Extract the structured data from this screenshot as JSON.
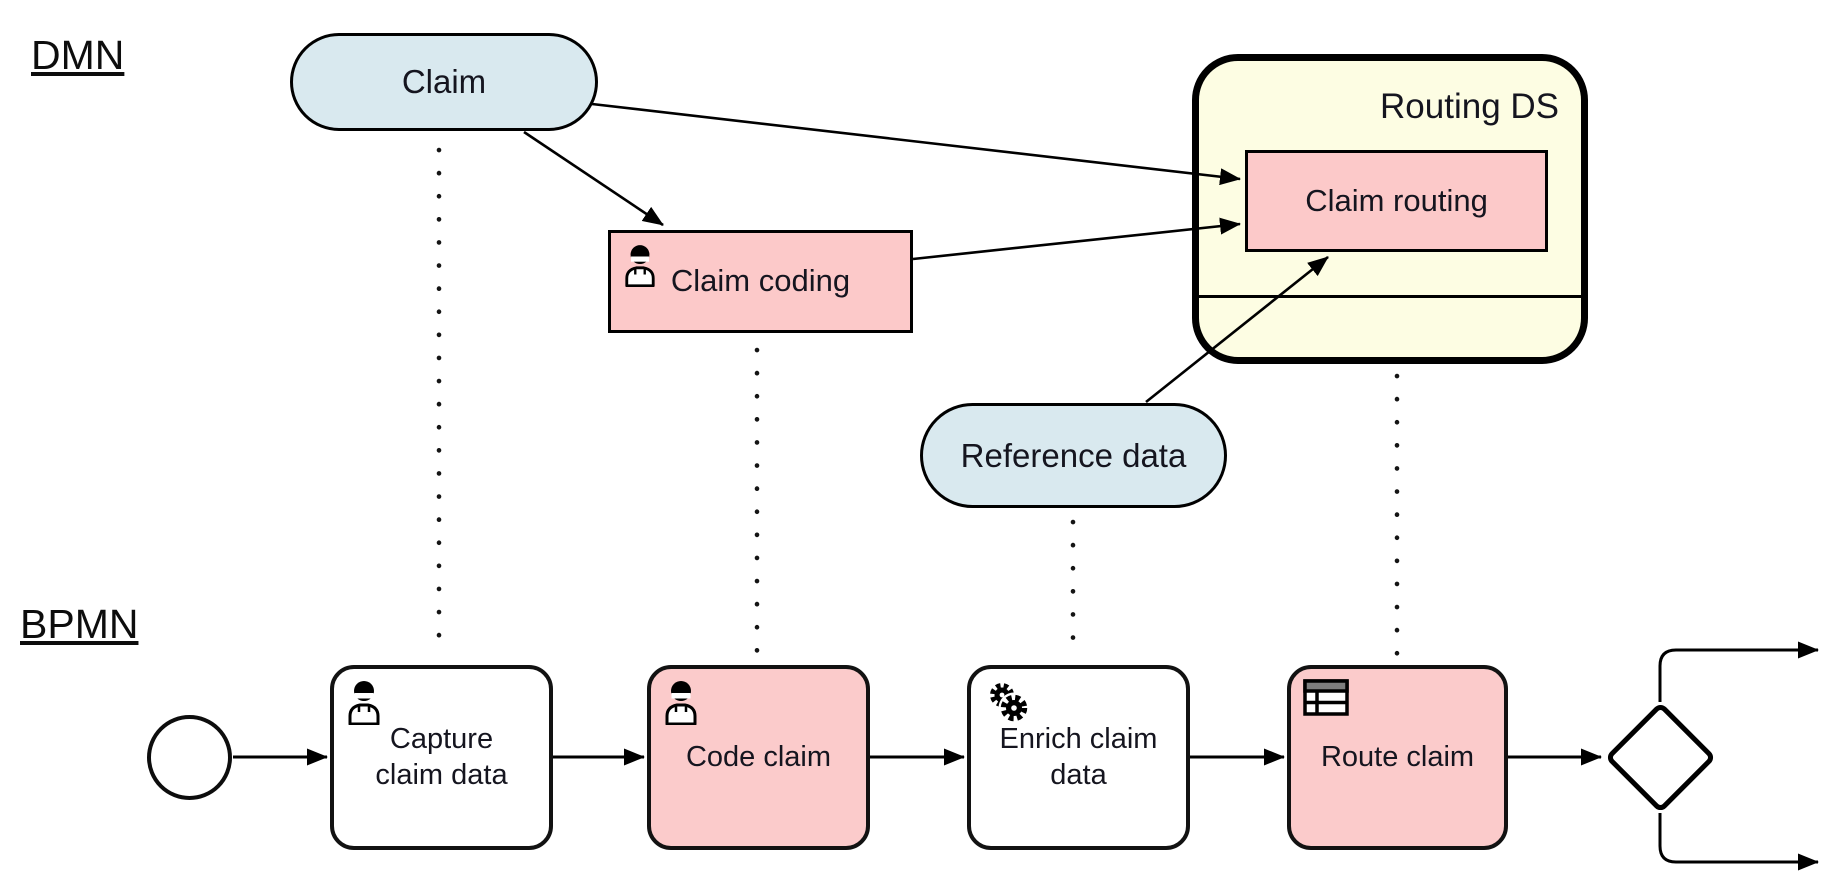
{
  "diagram": {
    "layers": [
      {
        "label": "DMN"
      },
      {
        "label": "BPMN"
      }
    ],
    "dmn": {
      "input_data": [
        {
          "label": "Claim"
        },
        {
          "label": "Reference data"
        }
      ],
      "decisions": [
        {
          "label": "Claim coding",
          "icon": "person-icon"
        },
        {
          "label": "Claim routing"
        }
      ],
      "decision_service": {
        "label": "Routing DS"
      }
    },
    "bpmn": {
      "start_event": {
        "type": "start event"
      },
      "tasks": [
        {
          "label": "Capture claim data",
          "icon": "person-icon",
          "highlighted": false
        },
        {
          "label": "Code claim",
          "icon": "person-icon",
          "highlighted": true
        },
        {
          "label": "Enrich claim data",
          "icon": "gears-icon",
          "highlighted": false
        },
        {
          "label": "Route claim",
          "icon": "table-icon",
          "highlighted": true
        }
      ],
      "gateway": {
        "type": "exclusive gateway"
      }
    },
    "relations": [
      {
        "from": "Claim",
        "to": "Claim coding",
        "kind": "requirement-arrow"
      },
      {
        "from": "Claim",
        "to": "Claim routing",
        "kind": "requirement-arrow"
      },
      {
        "from": "Claim coding",
        "to": "Claim routing",
        "kind": "requirement-arrow"
      },
      {
        "from": "Reference data",
        "to": "Claim routing",
        "kind": "requirement-arrow"
      },
      {
        "from": "Claim",
        "to": "Capture claim data",
        "kind": "dotted-association"
      },
      {
        "from": "Claim coding",
        "to": "Code claim",
        "kind": "dotted-association"
      },
      {
        "from": "Reference data",
        "to": "Enrich claim data",
        "kind": "dotted-association"
      },
      {
        "from": "Routing DS",
        "to": "Route claim",
        "kind": "dotted-association"
      },
      {
        "from": "start event",
        "to": "Capture claim data",
        "kind": "sequence-flow"
      },
      {
        "from": "Capture claim data",
        "to": "Code claim",
        "kind": "sequence-flow"
      },
      {
        "from": "Code claim",
        "to": "Enrich claim data",
        "kind": "sequence-flow"
      },
      {
        "from": "Enrich claim data",
        "to": "Route claim",
        "kind": "sequence-flow"
      },
      {
        "from": "Route claim",
        "to": "gateway",
        "kind": "sequence-flow"
      },
      {
        "from": "gateway",
        "to": "out-top",
        "kind": "sequence-flow"
      },
      {
        "from": "gateway",
        "to": "out-bottom",
        "kind": "sequence-flow"
      }
    ]
  },
  "colors": {
    "input_data_fill": "#d9e9ef",
    "decision_fill": "#fcc9c9",
    "decision_service_fill": "#fdfde3",
    "highlighted_task_fill": "#fbcbcb",
    "plain_task_fill": "#ffffff",
    "line_color": "#000000"
  }
}
